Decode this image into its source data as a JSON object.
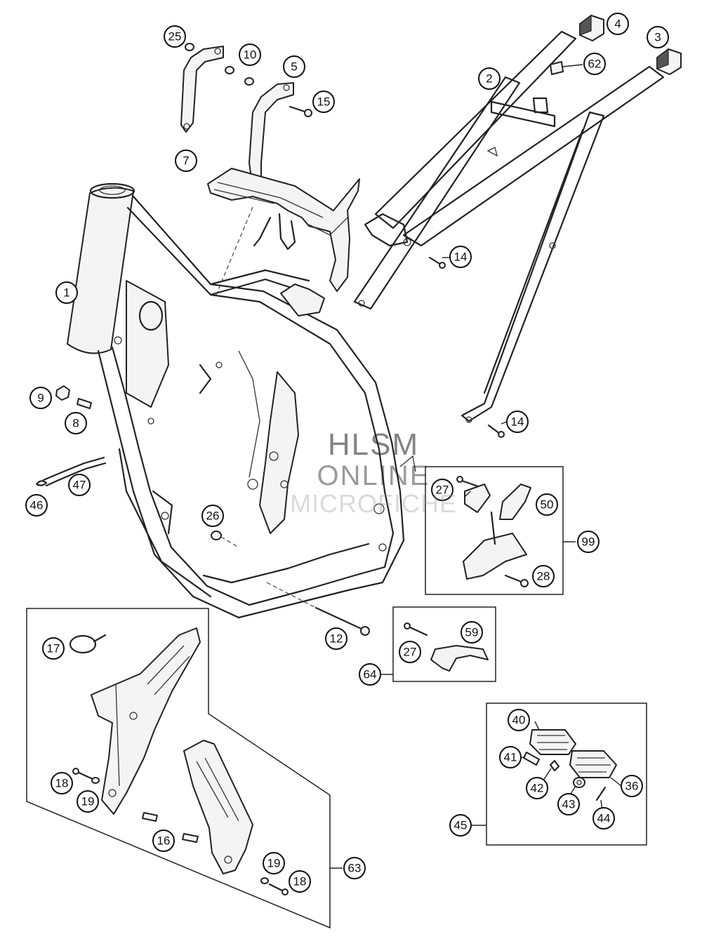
{
  "watermark": {
    "line1": "HLSM",
    "line2": "ONLINE",
    "line3": "MICROFICHE"
  },
  "callouts": [
    {
      "id": "c1",
      "label": "1"
    },
    {
      "id": "c2",
      "label": "2"
    },
    {
      "id": "c3",
      "label": "3"
    },
    {
      "id": "c4",
      "label": "4"
    },
    {
      "id": "c5",
      "label": "5"
    },
    {
      "id": "c7",
      "label": "7"
    },
    {
      "id": "c8",
      "label": "8"
    },
    {
      "id": "c9",
      "label": "9"
    },
    {
      "id": "c10",
      "label": "10"
    },
    {
      "id": "c12",
      "label": "12"
    },
    {
      "id": "c14a",
      "label": "14"
    },
    {
      "id": "c14b",
      "label": "14"
    },
    {
      "id": "c15",
      "label": "15"
    },
    {
      "id": "c16",
      "label": "16"
    },
    {
      "id": "c17",
      "label": "17"
    },
    {
      "id": "c18a",
      "label": "18"
    },
    {
      "id": "c18b",
      "label": "18"
    },
    {
      "id": "c19a",
      "label": "19"
    },
    {
      "id": "c19b",
      "label": "19"
    },
    {
      "id": "c25",
      "label": "25"
    },
    {
      "id": "c26",
      "label": "26"
    },
    {
      "id": "c27a",
      "label": "27"
    },
    {
      "id": "c27b",
      "label": "27"
    },
    {
      "id": "c28",
      "label": "28"
    },
    {
      "id": "c36",
      "label": "36"
    },
    {
      "id": "c40",
      "label": "40"
    },
    {
      "id": "c41",
      "label": "41"
    },
    {
      "id": "c42",
      "label": "42"
    },
    {
      "id": "c43",
      "label": "43"
    },
    {
      "id": "c44",
      "label": "44"
    },
    {
      "id": "c45",
      "label": "45"
    },
    {
      "id": "c46",
      "label": "46"
    },
    {
      "id": "c47",
      "label": "47"
    },
    {
      "id": "c50",
      "label": "50"
    },
    {
      "id": "c59",
      "label": "59"
    },
    {
      "id": "c62",
      "label": "62"
    },
    {
      "id": "c63",
      "label": "63"
    },
    {
      "id": "c64",
      "label": "64"
    },
    {
      "id": "c99",
      "label": "99"
    }
  ]
}
